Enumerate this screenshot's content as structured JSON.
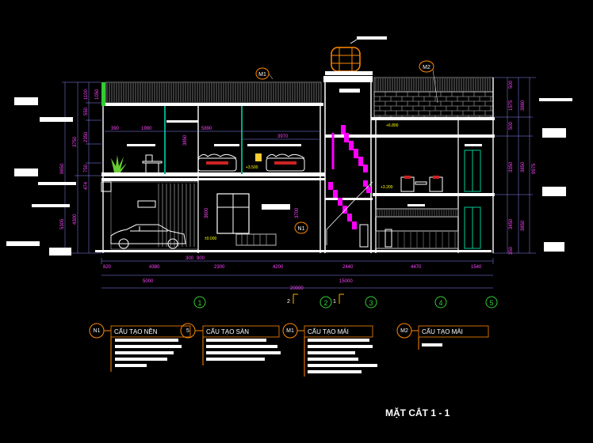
{
  "sheet_title": "MẶT CẮT 1 - 1",
  "axes": [
    "1",
    "2",
    "3",
    "4",
    "5"
  ],
  "section_marks": [
    "2",
    "1"
  ],
  "tags": {
    "m1_top": "M1",
    "m2_top": "M2",
    "n1_ground": "N1"
  },
  "bottom_dims_row1": [
    "820",
    "4380",
    "300",
    "900",
    "2300",
    "4200",
    "2440",
    "4470",
    "1540"
  ],
  "bottom_dims_row2": [
    "5000",
    "15000"
  ],
  "bottom_total": "20000",
  "left_dims_outer": [
    "9650",
    "5305"
  ],
  "left_dims_mid": [
    "3750",
    "4300"
  ],
  "left_dims_inner": [
    "1100",
    "1050",
    "550",
    "2350",
    "750",
    "474"
  ],
  "right_dims_outer": [
    "9975"
  ],
  "right_dims_mid": [
    "3880",
    "3850",
    "3850"
  ],
  "right_dims_inner": [
    "500",
    "1575",
    "500",
    "3350",
    "3450",
    "350"
  ],
  "interior_dims": [
    "390",
    "1990",
    "5890",
    "3970",
    "3850",
    "3600",
    "3700"
  ],
  "elevations": [
    "+6.800",
    "+3.500",
    "+3.200",
    "±0.000"
  ],
  "legend": [
    {
      "tag": "N1",
      "title": "CẤU TẠO NỀN"
    },
    {
      "tag": "5",
      "title": "CẤU TẠO SÀN"
    },
    {
      "tag": "M1",
      "title": "CẤU TẠO MÁI"
    },
    {
      "tag": "M2",
      "title": "CẤU TẠO MÁI"
    }
  ]
}
